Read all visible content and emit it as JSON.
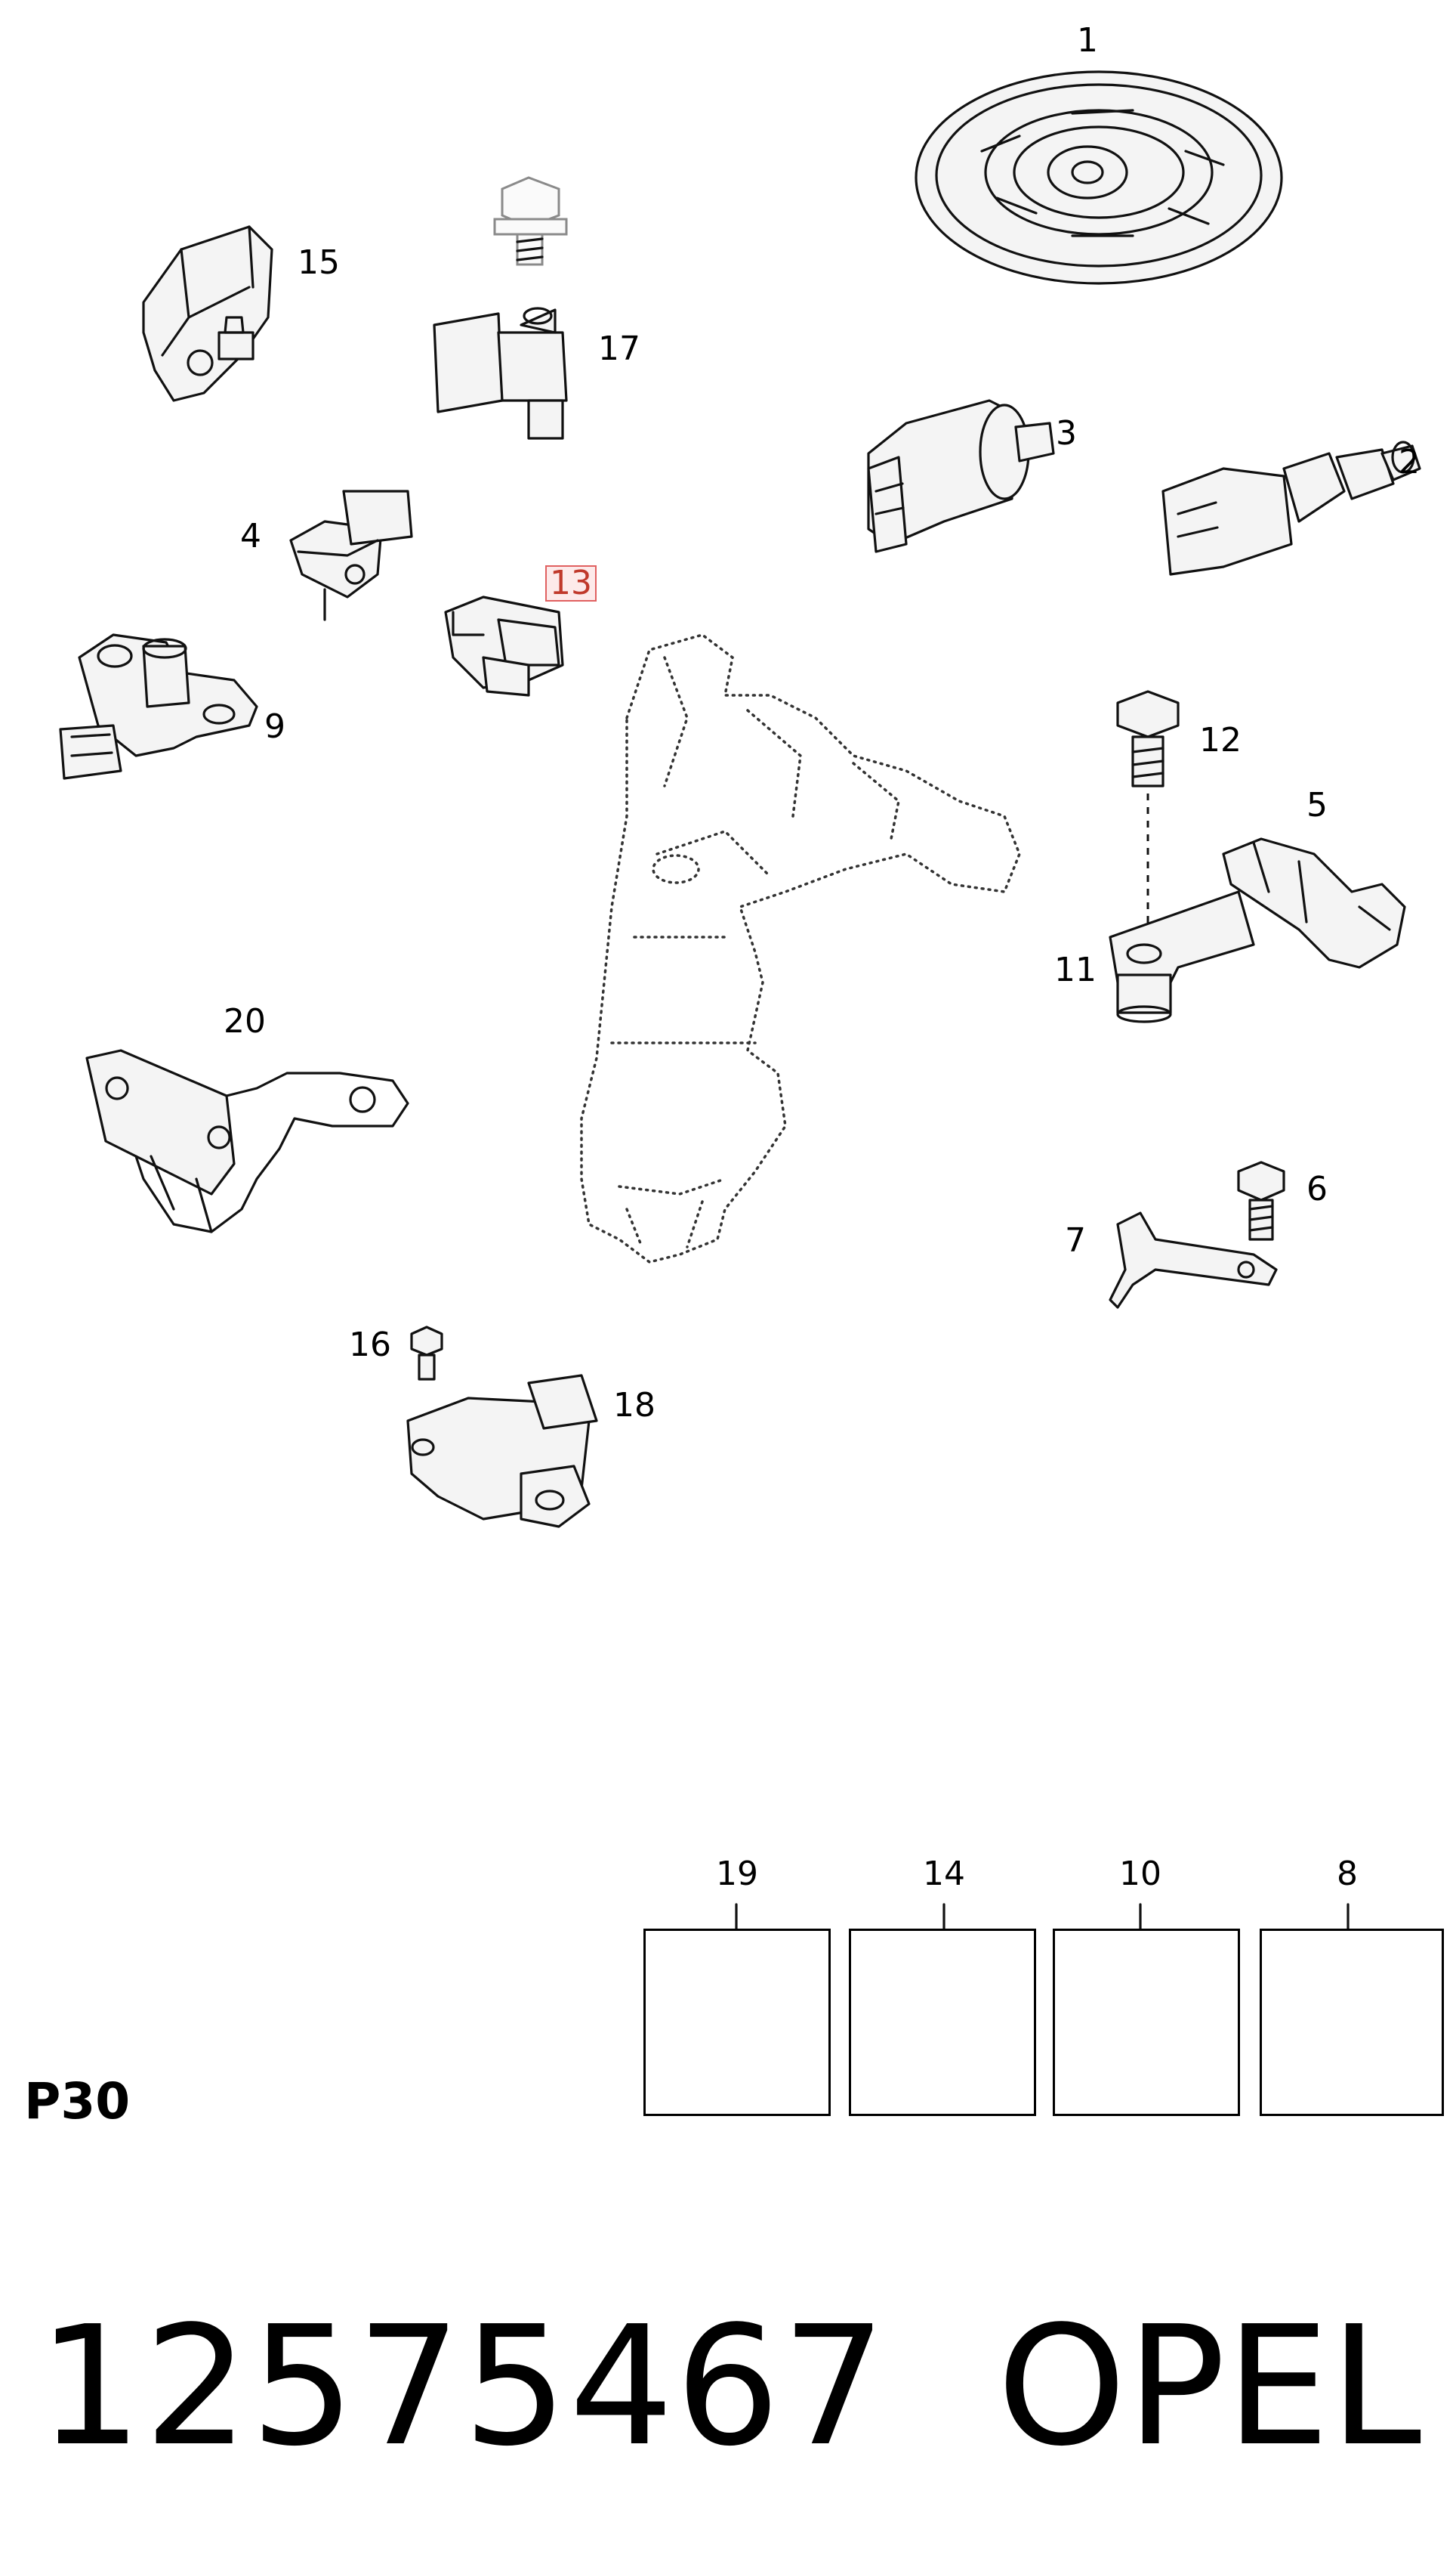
{
  "diagram": {
    "callouts": [
      {
        "id": "1",
        "text": "1"
      },
      {
        "id": "2",
        "text": "2"
      },
      {
        "id": "3",
        "text": "3"
      },
      {
        "id": "4",
        "text": "4"
      },
      {
        "id": "5",
        "text": "5"
      },
      {
        "id": "6",
        "text": "6"
      },
      {
        "id": "7",
        "text": "7"
      },
      {
        "id": "9",
        "text": "9"
      },
      {
        "id": "11",
        "text": "11"
      },
      {
        "id": "12",
        "text": "12"
      },
      {
        "id": "13",
        "text": "13",
        "highlighted": true
      },
      {
        "id": "15",
        "text": "15"
      },
      {
        "id": "16",
        "text": "16"
      },
      {
        "id": "17",
        "text": "17"
      },
      {
        "id": "18",
        "text": "18"
      },
      {
        "id": "20",
        "text": "20"
      }
    ],
    "fastener_boxes": [
      {
        "id": "19",
        "text": "19"
      },
      {
        "id": "14",
        "text": "14"
      },
      {
        "id": "10",
        "text": "10"
      },
      {
        "id": "8",
        "text": "8"
      }
    ],
    "highlight_color": "#e06060"
  },
  "footer": {
    "group_code": "P30",
    "part_number": "12575467",
    "brand": "OPEL"
  }
}
